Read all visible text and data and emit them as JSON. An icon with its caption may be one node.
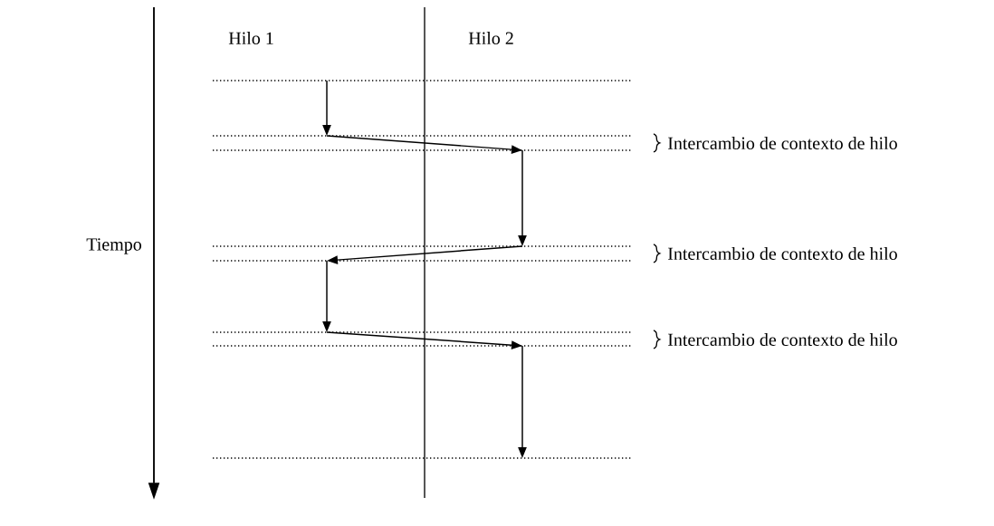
{
  "diagram": {
    "labels": [
      "Hilo 1",
      "Hilo 2",
      "Tiempo",
      "Intercambio de contexto de hilo",
      "Intercambio de contexto de hilo",
      "Intercambio de contexto de hilo"
    ]
  }
}
